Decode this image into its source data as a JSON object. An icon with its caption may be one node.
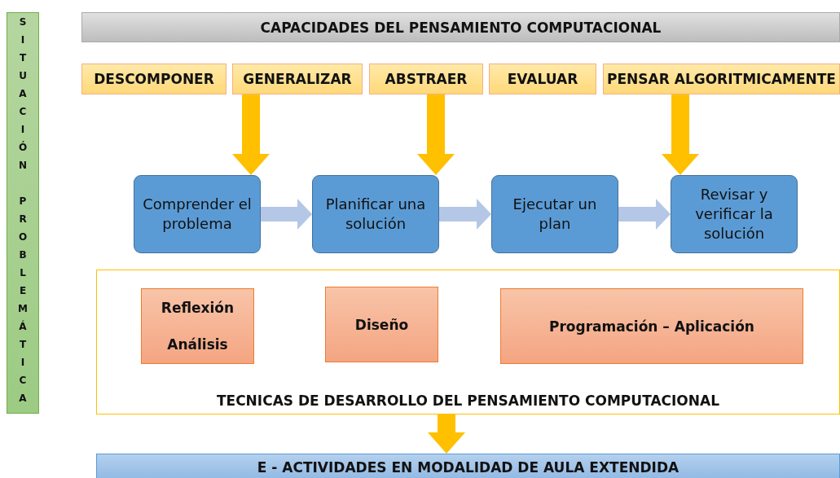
{
  "diagram": {
    "nodes": [
      {
        "text": [
          "SITUACIÓN PROBLEMÁTICA"
        ]
      },
      {
        "text": [
          "CAPACIDADES DEL PENSAMIENTO COMPUTACIONAL"
        ]
      },
      {
        "text": [
          "DESCOMPONER"
        ]
      },
      {
        "text": [
          "GENERALIZAR"
        ]
      },
      {
        "text": [
          "ABSTRAER"
        ]
      },
      {
        "text": [
          "EVALUAR"
        ]
      },
      {
        "text": [
          "PENSAR ALGORITMICAMENTE"
        ]
      },
      {
        "text": [
          "Comprender el problema"
        ]
      },
      {
        "text": [
          "Planificar una solución"
        ]
      },
      {
        "text": [
          "Ejecutar un plan"
        ]
      },
      {
        "text": [
          "Revisar y verificar la solución"
        ]
      },
      {
        "text": [
          "TECNICAS DE DESARROLLO DEL PENSAMIENTO COMPUTACIONAL"
        ]
      },
      {
        "text": [
          "Reflexión",
          "Análisis"
        ],
        "in": 11
      },
      {
        "text": [
          "Diseño"
        ],
        "in": 11
      },
      {
        "text": [
          "Programación – Aplicación"
        ],
        "in": 11
      },
      {
        "text": [
          "E - ACTIVIDADES EN MODALIDAD DE AULA EXTENDIDA"
        ]
      }
    ],
    "edges": [
      {
        "from": 3,
        "to": 7,
        "arrow": "to",
        "style": "thick",
        "color": "#ffc000"
      },
      {
        "from": 4,
        "to": 8,
        "arrow": "to",
        "style": "thick",
        "color": "#ffc000"
      },
      {
        "from": 6,
        "to": 10,
        "arrow": "to",
        "style": "thick",
        "color": "#ffc000"
      },
      {
        "from": 7,
        "to": 8,
        "arrow": "to",
        "style": "thick",
        "color": "#b4c7e7"
      },
      {
        "from": 8,
        "to": 9,
        "arrow": "to",
        "style": "thick",
        "color": "#b4c7e7"
      },
      {
        "from": 9,
        "to": 10,
        "arrow": "to",
        "style": "thick",
        "color": "#b4c7e7"
      },
      {
        "from": 11,
        "to": 15,
        "arrow": "to",
        "style": "thick",
        "color": "#ffc000"
      }
    ]
  }
}
